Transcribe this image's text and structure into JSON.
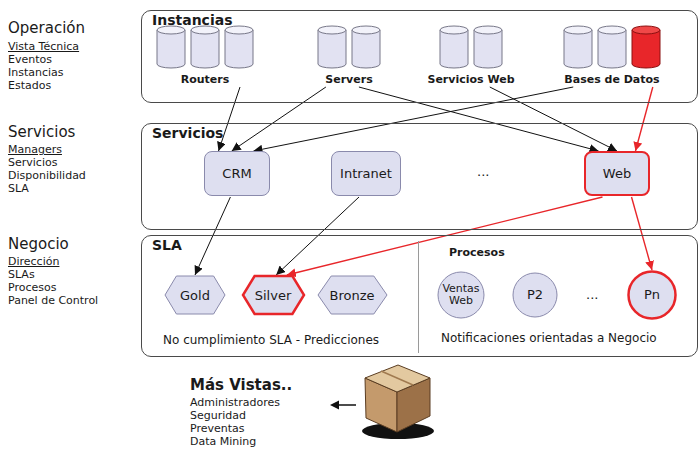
{
  "diagram": {
    "nodes": [
      {
        "text": [
          "Instancias"
        ]
      },
      {
        "text": [
          "Routers"
        ],
        "in": 0
      },
      {
        "text": [
          "Servers"
        ],
        "in": 0
      },
      {
        "text": [
          "Servicios Web"
        ],
        "in": 0
      },
      {
        "text": [
          "Bases de Datos"
        ],
        "in": 0
      },
      {
        "text": [
          "Servicios"
        ]
      },
      {
        "text": [
          "CRM"
        ],
        "in": 5
      },
      {
        "text": [
          "Intranet"
        ],
        "in": 5
      },
      {
        "text": [
          "Web"
        ],
        "in": 5
      },
      {
        "text": [
          "SLA",
          "No cumplimiento SLA - Predicciones"
        ]
      },
      {
        "text": [
          "Gold"
        ],
        "in": 9
      },
      {
        "text": [
          "Silver"
        ],
        "in": 9
      },
      {
        "text": [
          "Bronze"
        ],
        "in": 9
      },
      {
        "text": [
          "Procesos",
          "Notificaciones orientadas a Negocio"
        ],
        "in": 9
      },
      {
        "text": [
          "Ventas Web"
        ],
        "in": 13
      },
      {
        "text": [
          "P2"
        ],
        "in": 13
      },
      {
        "text": [
          "Pn"
        ],
        "in": 13
      }
    ],
    "edges": [
      {
        "from": 1,
        "to": 6,
        "arrow": "to"
      },
      {
        "from": 2,
        "to": 6,
        "arrow": "to"
      },
      {
        "from": 2,
        "to": 8,
        "arrow": "to"
      },
      {
        "from": 3,
        "to": 8,
        "arrow": "to"
      },
      {
        "from": 4,
        "to": 6,
        "arrow": "to"
      },
      {
        "from": 4,
        "to": 8,
        "arrow": "to"
      },
      {
        "from": 6,
        "to": 10,
        "arrow": "to"
      },
      {
        "from": 7,
        "to": 11,
        "arrow": "to"
      },
      {
        "from": 8,
        "to": 11,
        "arrow": "to"
      },
      {
        "from": 8,
        "to": 16,
        "arrow": "to"
      }
    ],
    "labels": [
      "Operación",
      "Vista Técnica",
      "Eventos",
      "Instancias",
      "Estados",
      "Servicios",
      "Managers",
      "Servicios",
      "Disponibilidad",
      "SLA",
      "Negocio",
      "Dirección",
      "SLAs",
      "Procesos",
      "Panel de Control",
      "...",
      "...",
      "Más Vistas..",
      "Administradores",
      "Seguridad",
      "Preventas",
      "Data Mining"
    ]
  }
}
